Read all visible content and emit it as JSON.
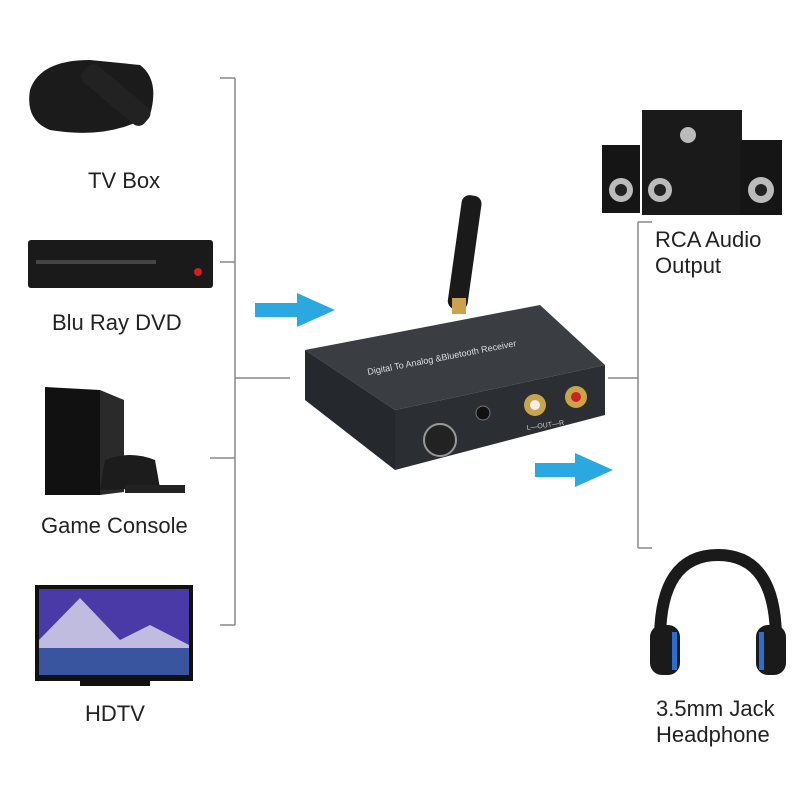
{
  "inputs": [
    {
      "label": "TV Box",
      "icon": "tv-box-icon"
    },
    {
      "label": "Blu Ray DVD",
      "icon": "bluray-player-icon"
    },
    {
      "label": "Game Console",
      "icon": "game-console-icon"
    },
    {
      "label": "HDTV",
      "icon": "hdtv-icon"
    }
  ],
  "device": {
    "title": "Digital To Analog &Bluetooth Receiver",
    "out_label": "L—OUT—R"
  },
  "outputs": [
    {
      "label_line1": "RCA Audio",
      "label_line2": "Output",
      "icon": "speakers-icon"
    },
    {
      "label_line1": "3.5mm Jack",
      "label_line2": "Headphone",
      "icon": "headphone-icon"
    }
  ],
  "colors": {
    "arrow": "#2aa8e0",
    "bracket": "#888888",
    "device": "#2b2e33"
  }
}
